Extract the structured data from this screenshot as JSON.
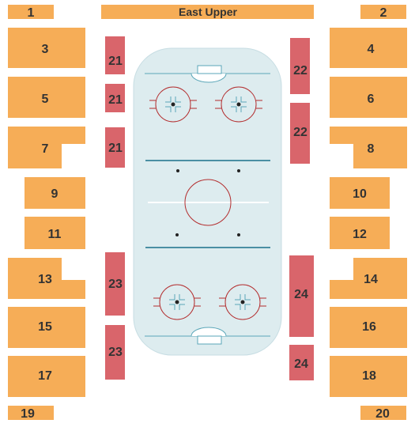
{
  "colors": {
    "section": "#f6ad57",
    "floor": "#d9656b",
    "ice": "#ddecef",
    "ice_line": "#5aa6b8",
    "red_line": "#b32d2e",
    "label": "#333333"
  },
  "sections": {
    "s1": "1",
    "s2": "2",
    "east_upper": "East Upper",
    "s3": "3",
    "s4": "4",
    "s5": "5",
    "s6": "6",
    "s7": "7",
    "s8": "8",
    "s9": "9",
    "s10": "10",
    "s11": "11",
    "s12": "12",
    "s13": "13",
    "s14": "14",
    "s15": "15",
    "s16": "16",
    "s17": "17",
    "s18": "18",
    "s19": "19",
    "s20": "20"
  },
  "floor_sections": {
    "s21a": "21",
    "s21b": "21",
    "s21c": "21",
    "s22a": "22",
    "s22b": "22",
    "s23a": "23",
    "s23b": "23",
    "s24a": "24",
    "s24b": "24"
  }
}
